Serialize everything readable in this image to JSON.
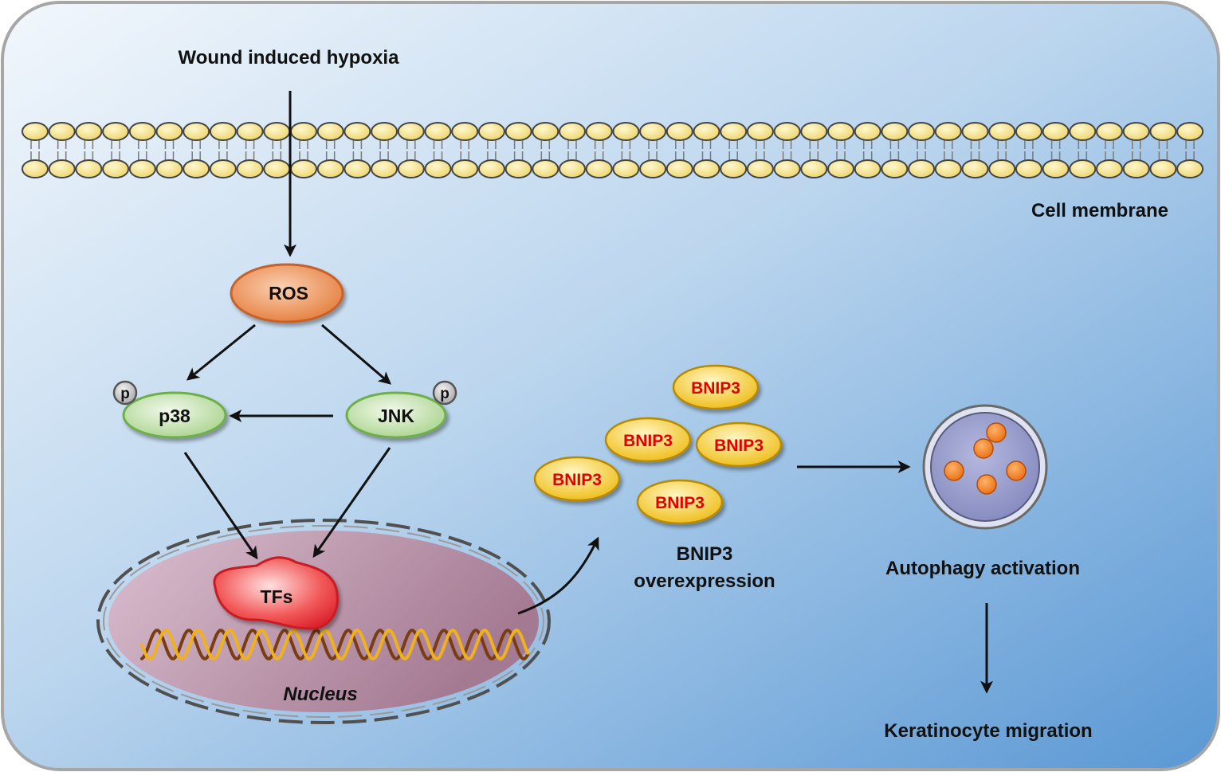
{
  "labels": {
    "hypoxia": "Wound induced hypoxia",
    "cell_membrane": "Cell membrane",
    "ros": "ROS",
    "p38": "p38",
    "jnk": "JNK",
    "phospho": "p",
    "tfs": "TFs",
    "nucleus": "Nucleus",
    "bnip3": "BNIP3",
    "bnip3_overexpression_line1": "BNIP3",
    "bnip3_overexpression_line2": "overexpression",
    "autophagy": "Autophagy activation",
    "migration": "Keratinocyte migration"
  },
  "colors": {
    "background_light": "#eef4fb",
    "background_dark": "#5d9bd5",
    "border": "#a6a6a6",
    "lipid_head": "#f2e08a",
    "ros": "#e8864a",
    "kinase": "#b7dca0",
    "phospho": "#c8c8c8",
    "tfs": "#e8323c",
    "nucleus": "#b98aa4",
    "bnip3": "#f0c21c",
    "bnip3_text": "#e00000",
    "autophagosome": "#8e93c4",
    "cargo": "#f07d1a",
    "dna_strand_1": "#f0b21c",
    "dna_strand_2": "#7a3d12"
  }
}
